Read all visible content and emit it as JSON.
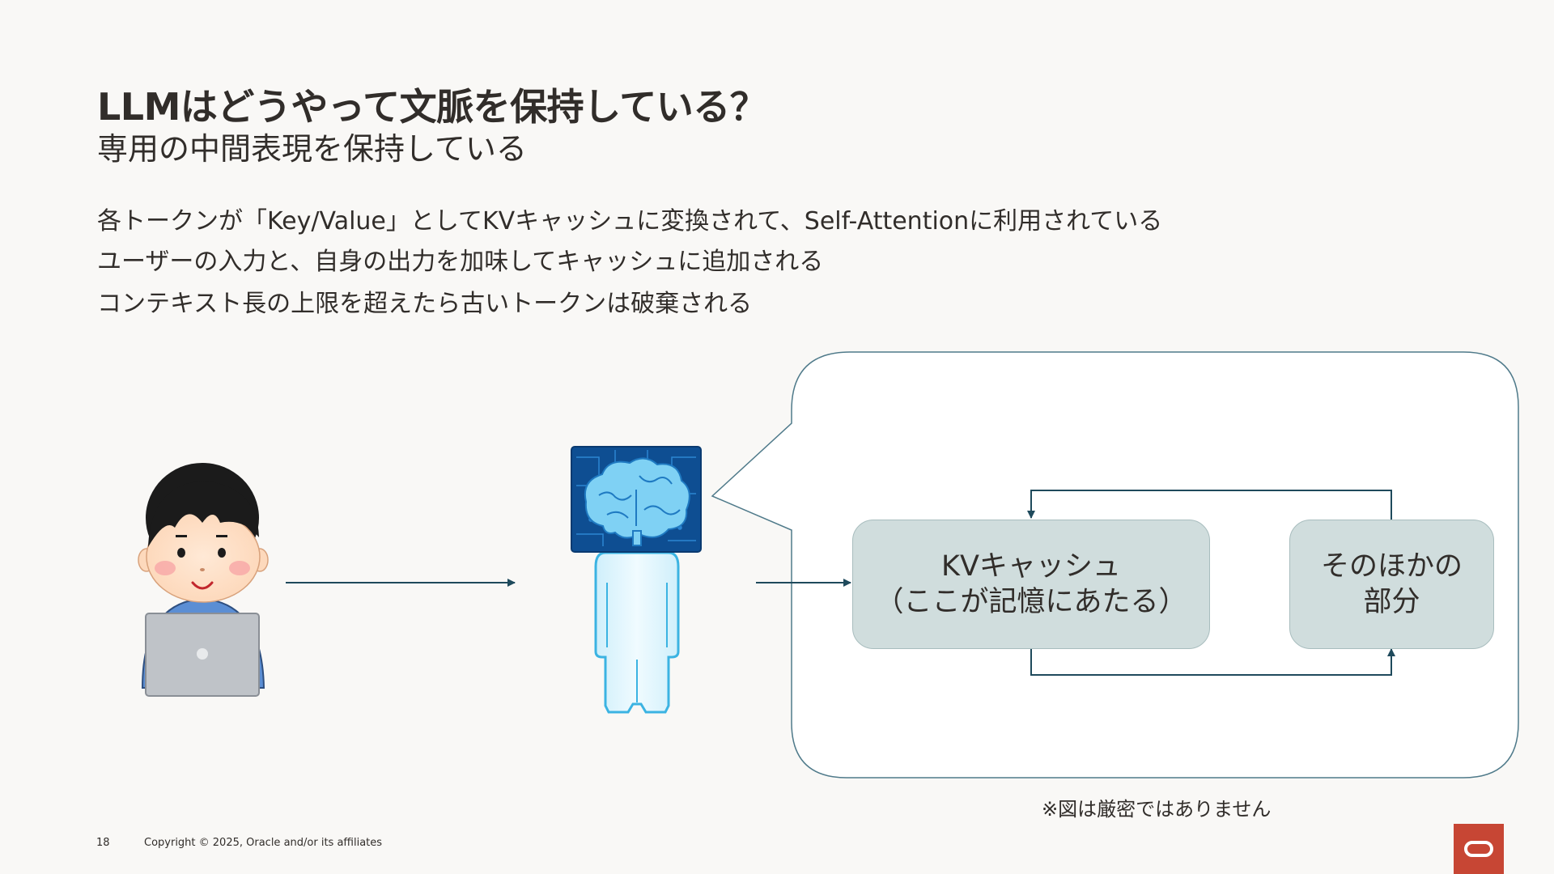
{
  "slide": {
    "title": "LLMはどうやって文脈を保持している？",
    "subtitle": "専用の中間表現を保持している",
    "bullets": [
      "各トークンが「Key/Value」としてKVキャッシュに変換されて、Self-Attentionに利用されている",
      "ユーザーの入力と、自身の出力を加味してキャッシュに追加される",
      "コンテキスト長の上限を超えたら古いトークンは破棄される"
    ]
  },
  "diagram": {
    "kv_box": {
      "line1": "KVキャッシュ",
      "line2": "（ここが記憶にあたる）"
    },
    "other_box": {
      "line1": "そのほかの",
      "line2": "部分"
    },
    "icons": {
      "user": "user-with-laptop-icon",
      "ai": "ai-brain-robot-icon"
    },
    "colors": {
      "arrow": "#1F4A5C",
      "box_fill": "#D0DDDD",
      "bubble_stroke": "#4F7A8A"
    }
  },
  "footer": {
    "note": "※図は厳密ではありません",
    "page_number": "18",
    "copyright": "Copyright © 2025, Oracle and/or its affiliates",
    "logo": "oracle-logo-icon",
    "logo_color": "#C74634"
  }
}
